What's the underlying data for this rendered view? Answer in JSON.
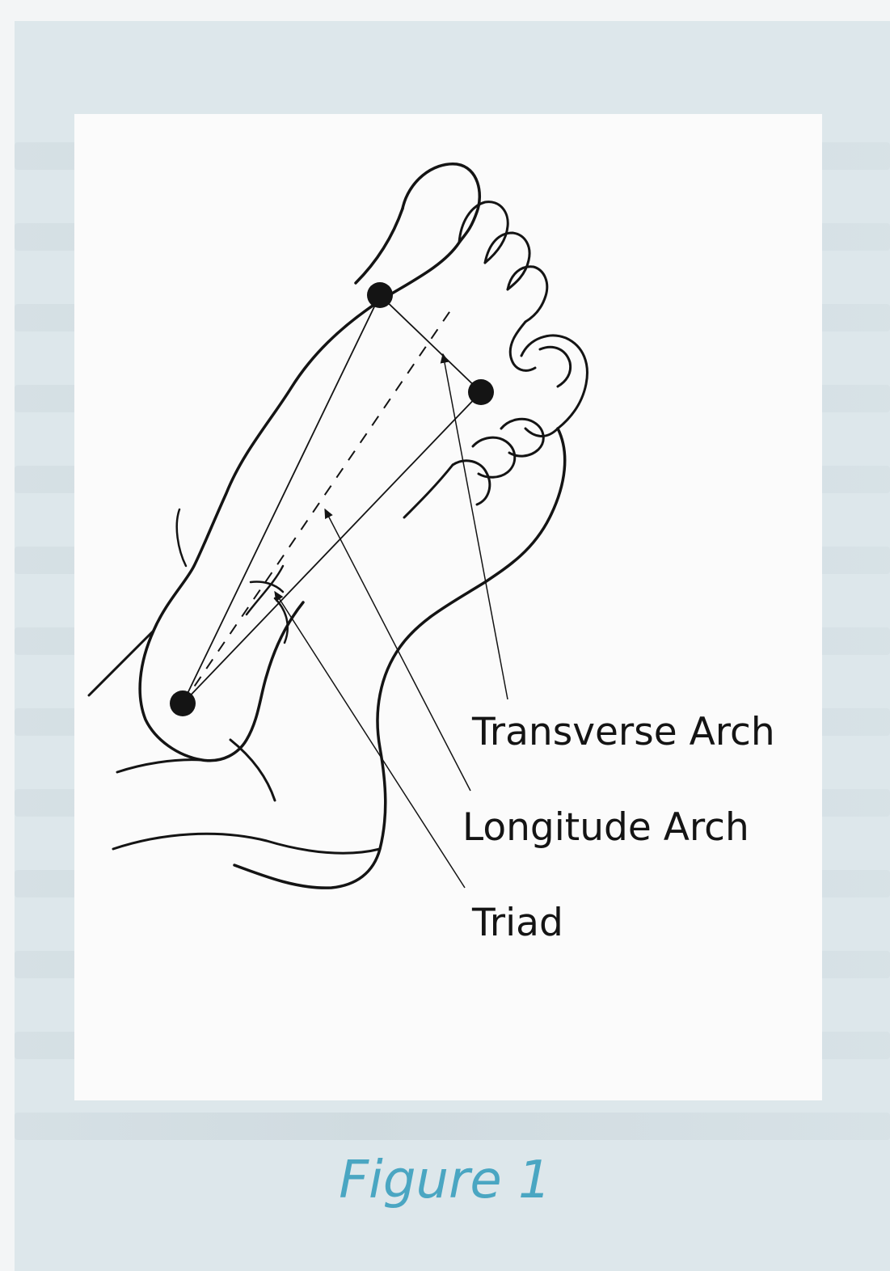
{
  "diagram": {
    "labels": {
      "transverse": "Transverse Arch",
      "longitude": "Longitude Arch",
      "triad": "Triad"
    }
  },
  "caption": "Figure 1",
  "colors": {
    "caption": "#4aa6c2",
    "frame": "#dde7eb",
    "panel": "#fbfbfb",
    "ink": "#141414"
  }
}
